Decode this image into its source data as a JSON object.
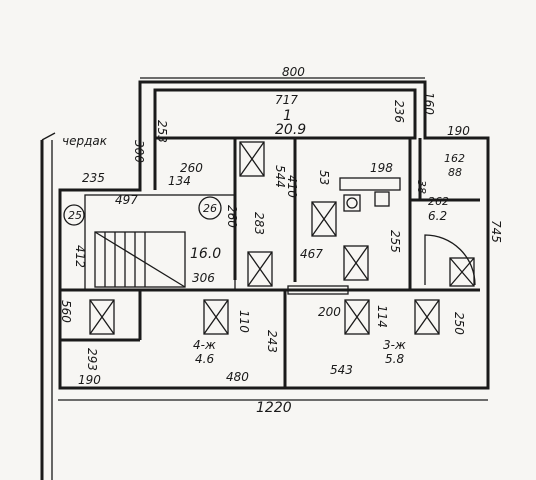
{
  "plan": {
    "attic_label": "чердак",
    "stair_number": "26",
    "column_number": "25",
    "dims": {
      "top_width": "800",
      "left_height": "300",
      "room_top_width": "717",
      "room_top_left": "253",
      "room_top_right": "236",
      "right_top": "160",
      "right_width": "190",
      "right_height": "745",
      "left_small": "235",
      "stair_width": "497",
      "stair_height": "412",
      "left_low": "560",
      "left_bottom": "293",
      "bottom_left": "190",
      "total_bottom": "1220",
      "room_mid_left": "260",
      "room_mid_left_w": "134",
      "room_mid_h": "544",
      "room_mid_v": "410",
      "room_mid_h2": "283",
      "room_mid_s": "260",
      "room_center_top": "53",
      "room_center_w": "198",
      "room_center_w2": "467",
      "room_center_r": "255",
      "bath_h": "162",
      "bath_w1": "88",
      "bath_w2": "38",
      "bath_w3": "262",
      "corr_w": "306",
      "corr_h": "110",
      "room4_w": "243",
      "room4_bottom": "480",
      "mid_bottom": "200",
      "mid_bottom2": "114",
      "room3_bottom": "543",
      "room3_right": "250"
    },
    "rooms": {
      "r1_num": "1",
      "r1_area": "20.9",
      "r2_area": "6.2",
      "stair_area": "16.0",
      "r4_num": "4-ж",
      "r4_area": "4.6",
      "r3_num": "3-ж",
      "r3_area": "5.8"
    }
  }
}
